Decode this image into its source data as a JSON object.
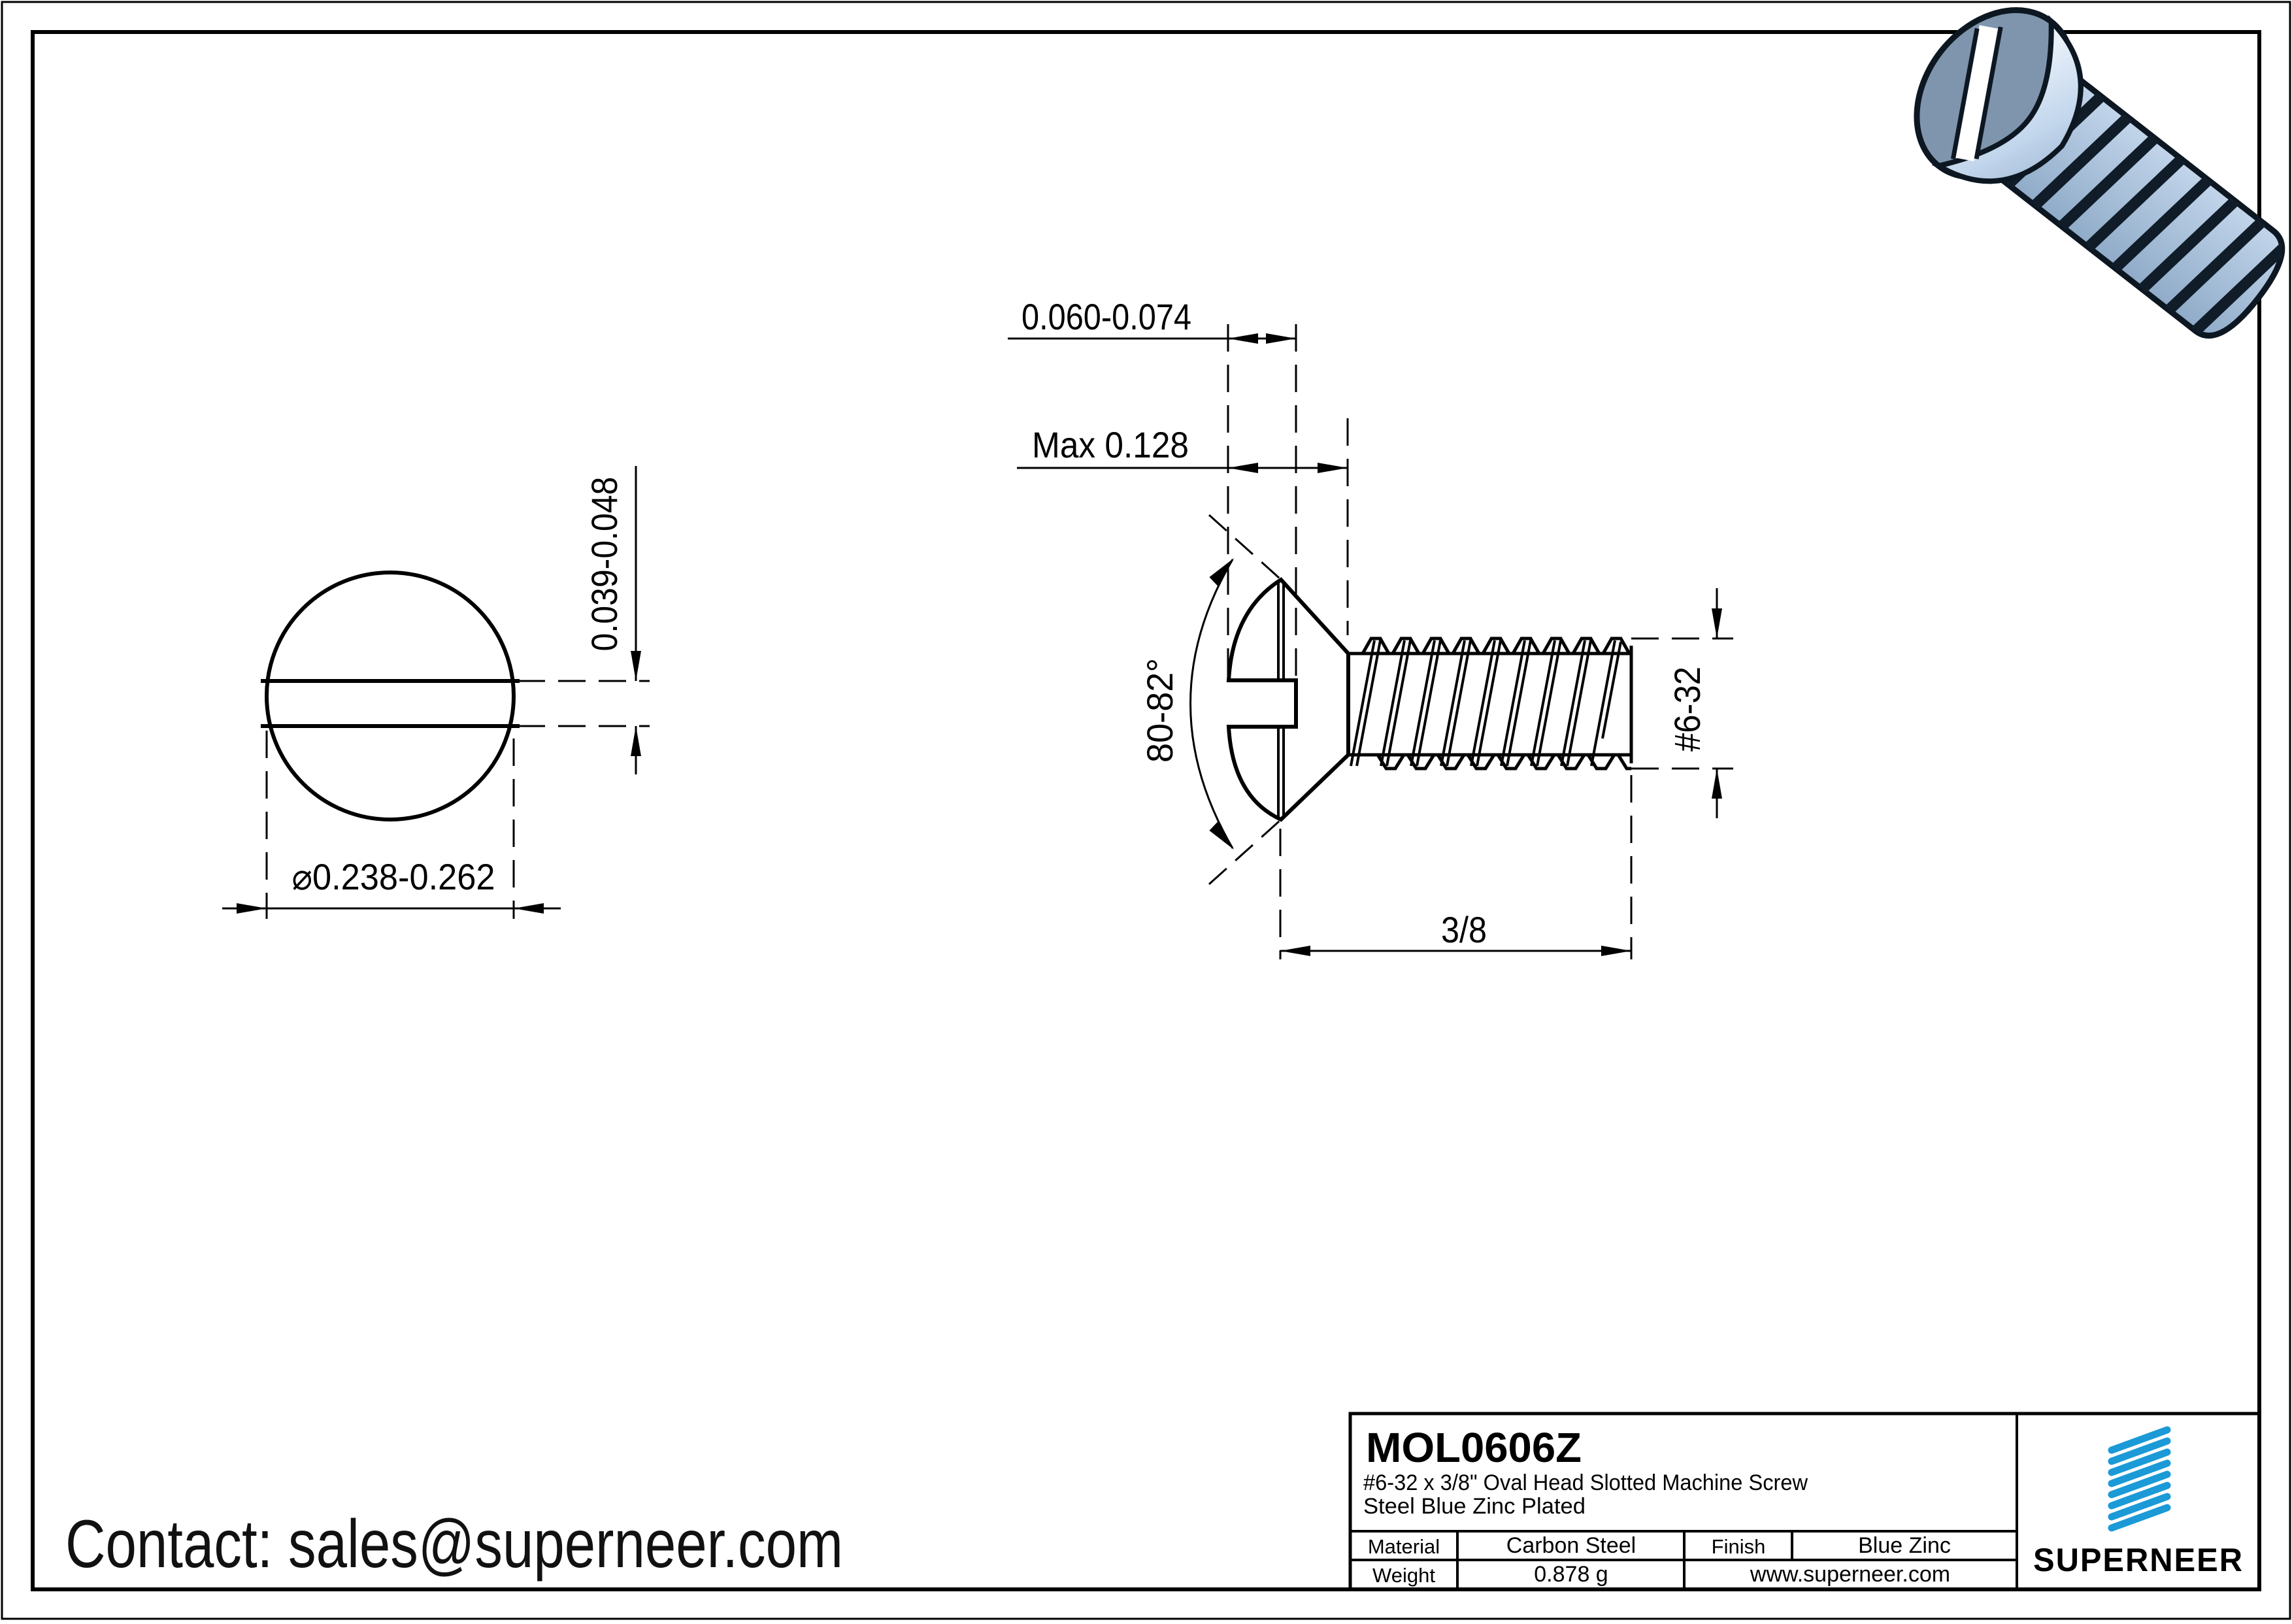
{
  "front_view": {
    "slot_width": "0.039-0.048",
    "head_diameter": "⌀0.238-0.262"
  },
  "side_view": {
    "slot_depth": "0.060-0.074",
    "head_height": "Max 0.128",
    "head_angle": "80-82°",
    "thread_spec": "#6-32",
    "length": "3/8"
  },
  "contact": {
    "label": "Contact: sales@superneer.com"
  },
  "title_block": {
    "part_number": "MOL0606Z",
    "description_line1": "#6-32 x 3/8\" Oval Head Slotted Machine Screw",
    "description_line2": "Steel Blue Zinc Plated",
    "material_label": "Material",
    "material_value": "Carbon Steel",
    "finish_label": "Finish",
    "finish_value": "Blue Zinc",
    "weight_label": "Weight",
    "weight_value": "0.878 g",
    "website": "www.superneer.com",
    "brand": "SUPERNEER"
  },
  "colors": {
    "accent_blue": "#1b9ad7",
    "link_blue": "#2b9fe6",
    "line_black": "#000000",
    "render_light": "#dbe8f6",
    "render_mid": "#a8c0da",
    "render_dark": "#7e95ad"
  }
}
